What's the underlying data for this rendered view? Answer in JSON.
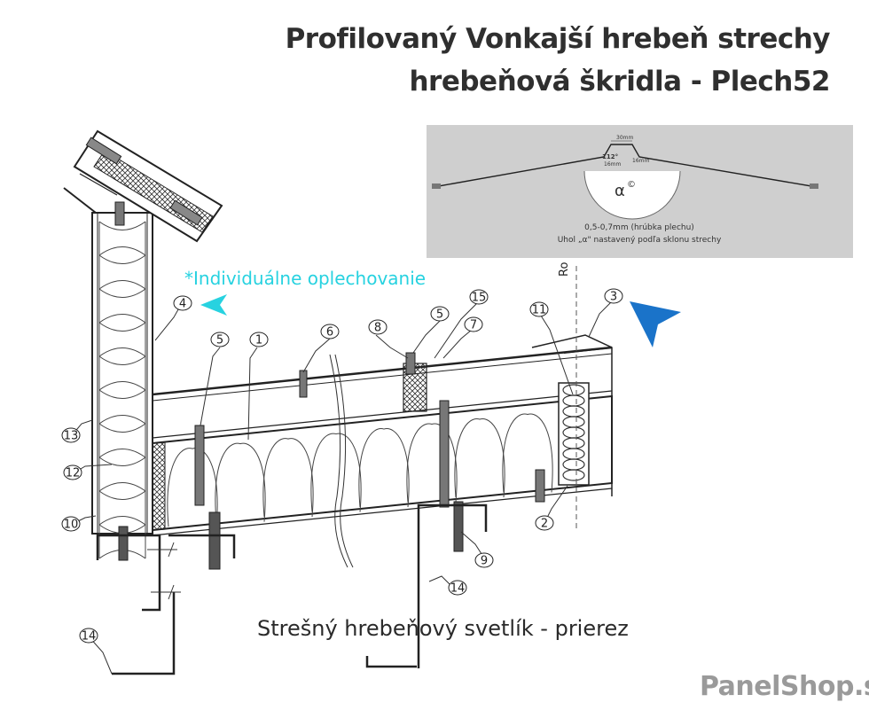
{
  "title": {
    "line1": "Profilovaný Vonkajší hrebeň strechy",
    "line2": "hrebeňová škridla - Plech52"
  },
  "note": "*Individuálne oplechovanie",
  "caption": "Strešný hrebeňový svetlík - prierez",
  "brand": {
    "name": "PanelShop",
    "suffix": ".sk"
  },
  "inset": {
    "angle_symbol": "α",
    "degree_symbol": "©",
    "angle_label": "112°",
    "dim_top": "30mm",
    "dim_left": "16mm",
    "dim_right": "16mm",
    "thickness_text": "0,5-0,7mm (hrúbka plechu)",
    "angle_text": "Uhol „α\" nastavený podľa sklonu strechy"
  },
  "axis_label": "Ro",
  "callouts": [
    "4",
    "5",
    "1",
    "6",
    "8",
    "5",
    "15",
    "7",
    "11",
    "3",
    "13",
    "12",
    "10",
    "2",
    "9",
    "14",
    "14"
  ],
  "colors": {
    "note": "#27d2e0",
    "arrow_cyan": "#27d2e0",
    "arrow_blue": "#1a73c9",
    "inset_bg": "#cfcfcf",
    "line": "#222222",
    "brand": "#9a9a9a"
  }
}
